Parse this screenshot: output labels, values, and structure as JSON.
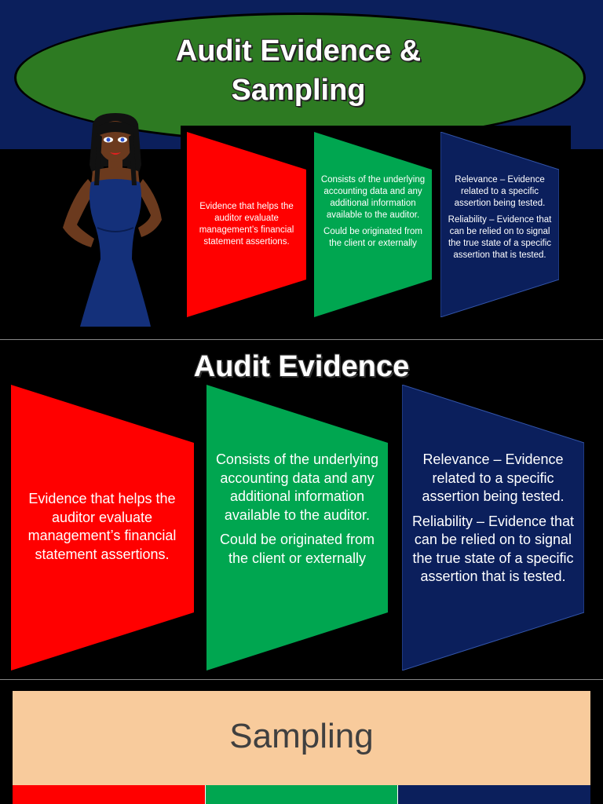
{
  "colors": {
    "navy": "#0b1f5c",
    "green_title": "#2d7a22",
    "red_card": "#ff0000",
    "green_card": "#00a650",
    "navy_card": "#0b1f5c",
    "peach": "#f8cb9c"
  },
  "slide1": {
    "title_line1": "Audit Evidence &",
    "title_line2": "Sampling",
    "illustration": "woman-in-blue-gown-illustration",
    "card_red": "Evidence that helps the auditor evaluate management’s financial statement assertions.",
    "card_green_p1": "Consists of the underlying accounting data and any additional information available to the auditor.",
    "card_green_p2": "Could be originated from the client or externally",
    "card_navy_p1": "Relevance – Evidence related to a specific assertion being tested.",
    "card_navy_p2": "Reliability – Evidence that can be relied on to signal the true state of a specific assertion that is tested."
  },
  "slide2": {
    "title": "Audit Evidence",
    "card_red": "Evidence that helps the auditor evaluate management’s financial statement assertions.",
    "card_green_p1": "Consists of the underlying accounting data and any additional information available to the auditor.",
    "card_green_p2": "Could be originated from the client or externally",
    "card_navy_p1": "Relevance – Evidence related to a specific assertion being tested.",
    "card_navy_p2": "Reliability – Evidence that can be relied on to signal the true state of a specific assertion that is tested."
  },
  "slide3": {
    "title": "Sampling"
  }
}
